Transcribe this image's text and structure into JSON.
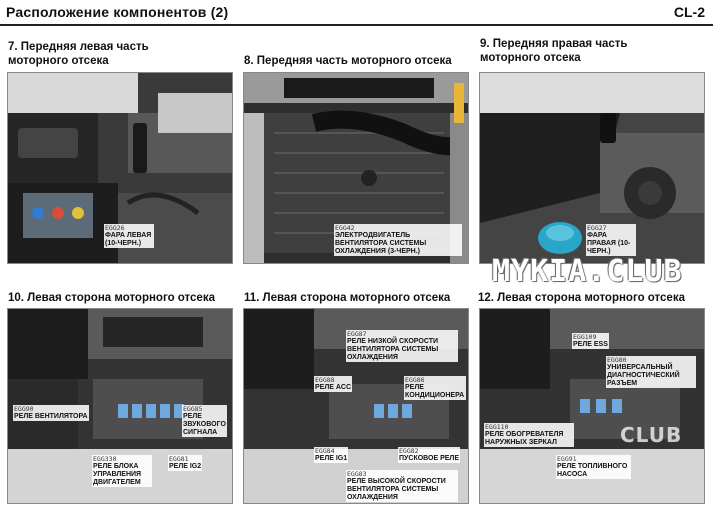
{
  "header": {
    "title": "Расположение компонентов (2)",
    "code": "CL-2"
  },
  "sections": [
    {
      "title": "7. Передняя левая часть моторного отсека"
    },
    {
      "title": "8. Передняя часть моторного отсека"
    },
    {
      "title": "9. Передняя правая часть моторного отсека"
    },
    {
      "title": "10. Левая сторона моторного отсека"
    },
    {
      "title": "11. Левая сторона моторного отсека"
    },
    {
      "title": "12. Левая сторона моторного отсека"
    }
  ],
  "labels": {
    "s7": [
      {
        "code": "EGG26",
        "name": "ФАРА ЛЕВАЯ (10-ЧЕРН.)"
      }
    ],
    "s8": [
      {
        "code": "EGG42",
        "name": "ЭЛЕКТРОДВИГАТЕЛЬ ВЕНТИЛЯТОРА СИСТЕМЫ ОХЛАЖДЕНИЯ (3-ЧЕРН.)"
      }
    ],
    "s9": [
      {
        "code": "EGG27",
        "name": "ФАРА ПРАВАЯ (10-ЧЕРН.)"
      }
    ],
    "s10": [
      {
        "code": "EGG90",
        "name": "РЕЛЕ ВЕНТИЛЯТОРА"
      },
      {
        "code": "EGG85",
        "name": "РЕЛЕ ЗВУКОВОГО СИГНАЛА"
      },
      {
        "code": "EGG81",
        "name": "РЕЛЕ IG2"
      },
      {
        "code": "EGG330",
        "name": "РЕЛЕ БЛОКА УПРАВЛЕНИЯ ДВИГАТЕЛЕМ"
      }
    ],
    "s11": [
      {
        "code": "EGG87",
        "name": "РЕЛЕ НИЗКОЙ СКОРОСТИ ВЕНТИЛЯТОРА СИСТЕМЫ ОХЛАЖДЕНИЯ"
      },
      {
        "code": "EGG88",
        "name": "РЕЛЕ ACC"
      },
      {
        "code": "EGG86",
        "name": "РЕЛЕ КОНДИЦИОНЕРА"
      },
      {
        "code": "EGG84",
        "name": "РЕЛЕ IG1"
      },
      {
        "code": "EGG82",
        "name": "ПУСКОВОЕ РЕЛЕ"
      },
      {
        "code": "EGG83",
        "name": "РЕЛЕ ВЫСОКОЙ СКОРОСТИ ВЕНТИЛЯТОРА СИСТЕМЫ ОХЛАЖДЕНИЯ"
      }
    ],
    "s12": [
      {
        "code": "EGG109",
        "name": "РЕЛЕ ESS"
      },
      {
        "code": "EGG80",
        "name": "УНИВЕРСАЛЬНЫЙ ДИАГНОСТИЧЕСКИЙ РАЗЪЕМ"
      },
      {
        "code": "EGG110",
        "name": "РЕЛЕ ОБОГРЕВАТЕЛЯ НАРУЖНЫХ ЗЕРКАЛ"
      },
      {
        "code": "EGG91",
        "name": "РЕЛЕ ТОПЛИВНОГО НАСОСА"
      }
    ]
  },
  "watermark": {
    "text": "MYKIA.CLUB",
    "small": "CLUB"
  },
  "colors": {
    "relay_blue": "#6fa8dc",
    "washer_blue": "#2aa6c9",
    "photo_dark": "#2b2b2b"
  }
}
